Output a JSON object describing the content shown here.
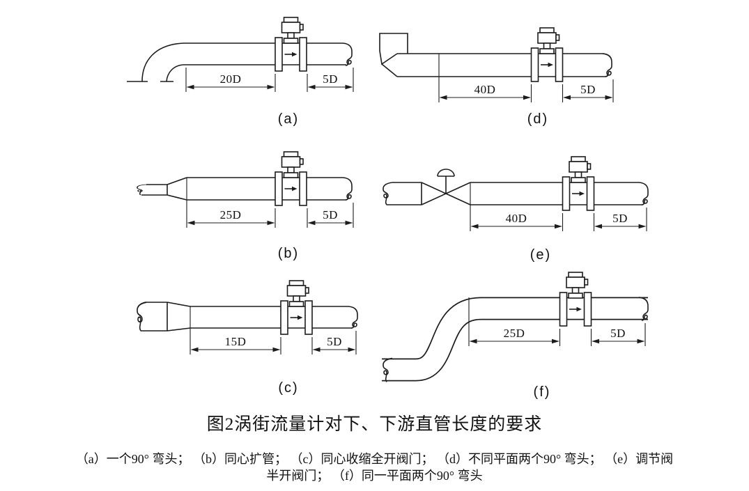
{
  "page": {
    "background": "#ffffff",
    "line_color": "#1c1c1c"
  },
  "figure": {
    "caption": "图2涡街流量计对下、下游直管长度的要求",
    "legend_lines": [
      "（a）一个90° 弯头； （b）同心扩管； （c）同心收缩全开阀门； （d）不同平面两个90° 弯头； （e）调节阀",
      "半开阀门； （f）同一平面两个90° 弯头"
    ]
  },
  "figures": [
    {
      "id": "a",
      "label": "(a)",
      "upstream": "20D",
      "downstream": "5D",
      "disturbance": "一个90° 弯头"
    },
    {
      "id": "b",
      "label": "(b)",
      "upstream": "25D",
      "downstream": "5D",
      "disturbance": "同心扩管"
    },
    {
      "id": "c",
      "label": "(c)",
      "upstream": "15D",
      "downstream": "5D",
      "disturbance": "同心收缩全开阀门"
    },
    {
      "id": "d",
      "label": "(d)",
      "upstream": "40D",
      "downstream": "5D",
      "disturbance": "不同平面两个90° 弯头"
    },
    {
      "id": "e",
      "label": "(e)",
      "upstream": "40D",
      "downstream": "5D",
      "disturbance": "调节阀半开阀门"
    },
    {
      "id": "f",
      "label": "(f)",
      "upstream": "25D",
      "downstream": "5D",
      "disturbance": "同一平面两个90° 弯头"
    }
  ]
}
